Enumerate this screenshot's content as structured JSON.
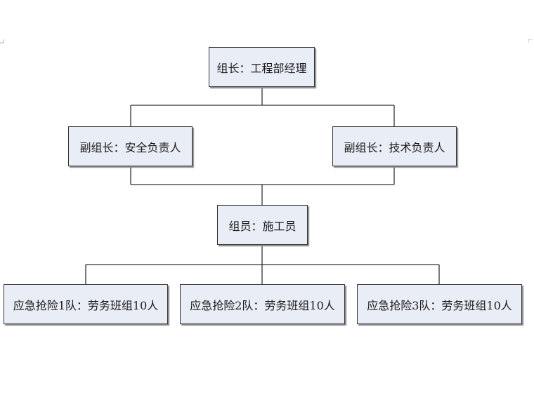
{
  "diagram": {
    "leader": {
      "label": "组长：工程部经理"
    },
    "deputies": [
      {
        "label": "副组长：安全负责人"
      },
      {
        "label": "副组长：技术负责人"
      }
    ],
    "member": {
      "label": "组员：施工员"
    },
    "teams": [
      {
        "label": "应急抢险1队：劳务班组10人"
      },
      {
        "label": "应急抢险2队：劳务班组10人"
      },
      {
        "label": "应急抢险3队：劳务班组10人"
      }
    ]
  },
  "colors": {
    "node_fill": "#e9eef6",
    "node_border": "#333333",
    "connector": "#333333"
  }
}
